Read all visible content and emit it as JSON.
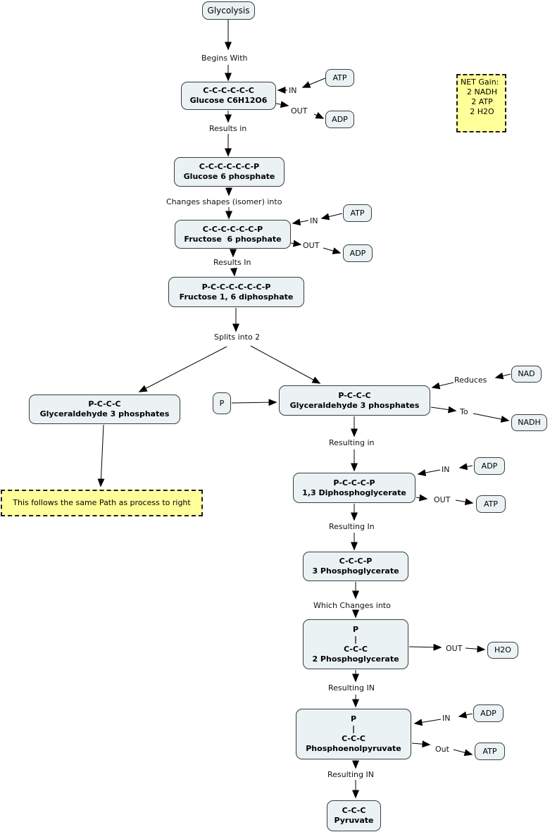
{
  "colors": {
    "node_fill": "#eaf2f4",
    "node_border": "#3c3c3c",
    "note_fill": "#ffff99",
    "arrow": "#000000"
  },
  "nodes": {
    "glycolysis": {
      "lines": [
        "Glycolysis"
      ]
    },
    "glucose": {
      "lines": [
        "C-C-C-C-C-C",
        "Glucose C6H12O6"
      ]
    },
    "glucose6p": {
      "lines": [
        "C-C-C-C-C-C-P",
        "Glucose 6 phosphate"
      ]
    },
    "fructose6p": {
      "lines": [
        "C-C-C-C-C-C-P",
        "Fructose  6 phosphate"
      ]
    },
    "fructose16dp": {
      "lines": [
        "P-C-C-C-C-C-C-P",
        "Fructose 1, 6 diphosphate"
      ]
    },
    "g3p_left": {
      "lines": [
        "P-C-C-C",
        "Glyceraldehyde 3 phosphates"
      ]
    },
    "g3p_right": {
      "lines": [
        "P-C-C-C",
        "Glyceraldehyde 3 phosphates"
      ]
    },
    "phosphate": {
      "lines": [
        "P"
      ]
    },
    "dpg13": {
      "lines": [
        "P-C-C-C-P",
        "1,3 Diphosphoglycerate"
      ]
    },
    "pg3": {
      "lines": [
        "C-C-C-P",
        "3 Phosphoglycerate"
      ]
    },
    "pg2": {
      "lines": [
        "P",
        "|",
        "C-C-C",
        "2 Phosphoglycerate"
      ]
    },
    "pep": {
      "lines": [
        "P",
        "|",
        "C-C-C",
        "Phosphoenolpyruvate"
      ]
    },
    "pyruvate": {
      "lines": [
        "C-C-C",
        "Pyruvate"
      ]
    },
    "atp1": "ATP",
    "adp1": "ADP",
    "atp2": "ATP",
    "adp2": "ADP",
    "nad": "NAD",
    "nadh": "NADH",
    "adp3": "ADP",
    "atp3": "ATP",
    "h2o": "H2O",
    "adp4": "ADP",
    "atp4": "ATP"
  },
  "labels": {
    "begins_with": "Begins With",
    "in_glucose": "IN",
    "out_glucose": "OUT",
    "results_in_1": "Results in",
    "changes_shapes": "Changes shapes (isomer) into",
    "in_fructose": "IN",
    "out_fructose": "OUT",
    "results_in_2": "Results In",
    "splits": "Splits into 2",
    "reduces": "Reduces",
    "to": "To",
    "resulting_in_1": "Resulting in",
    "in_dpg": "IN",
    "out_dpg": "OUT",
    "resulting_in_2": "Resulting In",
    "which_changes": "Which Changes into",
    "out_pg2": "OUT",
    "resulting_in_3": "Resulting IN",
    "in_pep": "IN",
    "out_pep": "Out",
    "resulting_in_4": "Resulting IN"
  },
  "notes": {
    "net_gain": {
      "lines": [
        "NET Gain:",
        "2 NADH",
        "2 ATP",
        "2 H2O"
      ]
    },
    "left_note": "This follows the same Path as process to right"
  }
}
